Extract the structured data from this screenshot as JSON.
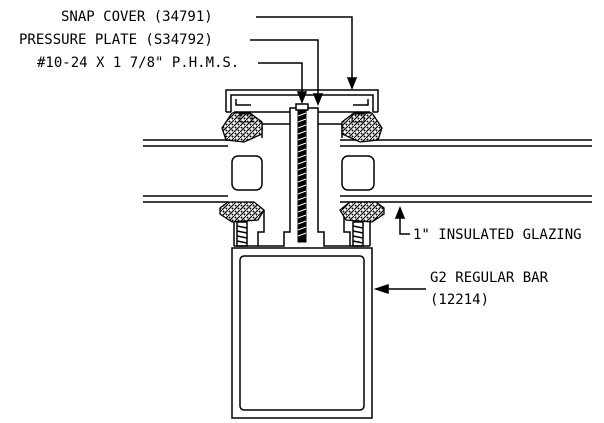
{
  "labels": {
    "snap_cover": "SNAP COVER (34791)",
    "pressure_plate": "PRESSURE PLATE (S34792)",
    "screw": "#10-24 X 1 7/8\" P.H.M.S.",
    "glazing": "1\" INSULATED GLAZING",
    "bar_line1": "G2 REGULAR BAR",
    "bar_line2": "(12214)"
  },
  "colors": {
    "ink": "#000000",
    "background": "#ffffff"
  }
}
